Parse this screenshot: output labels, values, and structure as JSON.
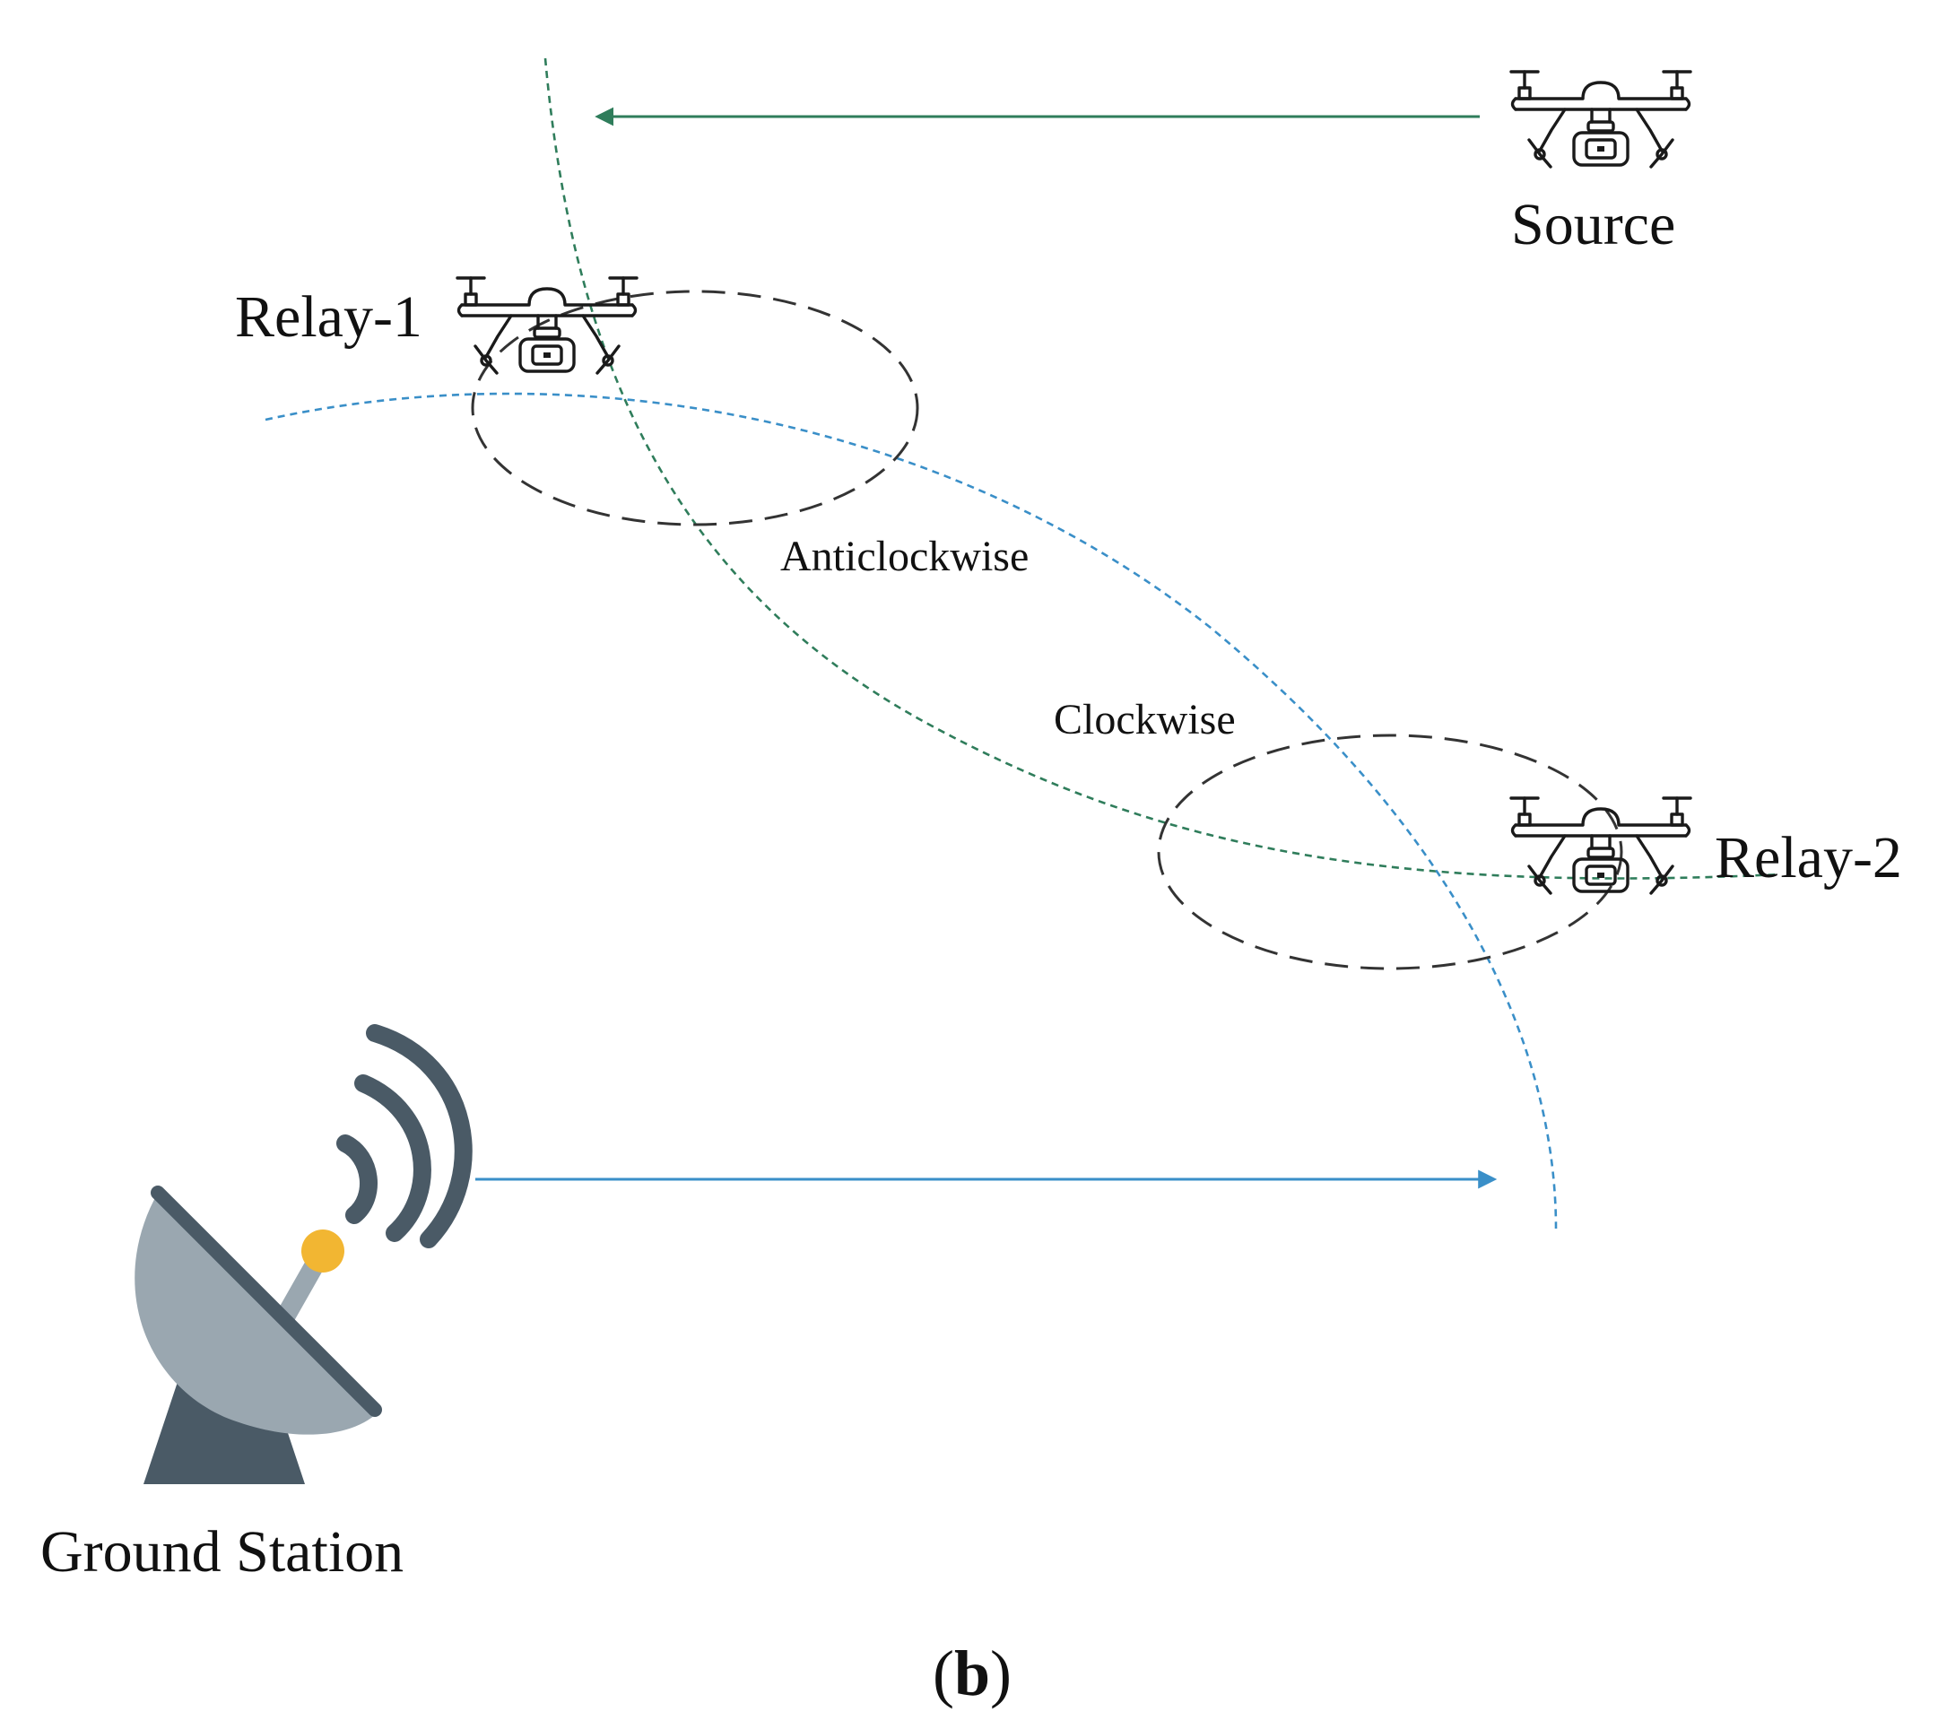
{
  "nodes": {
    "source": {
      "label": "Source"
    },
    "relay1": {
      "label": "Relay-1"
    },
    "relay2": {
      "label": "Relay-2"
    },
    "ground_station": {
      "label": "Ground Station"
    }
  },
  "annotations": {
    "anticlockwise": "Anticlockwise",
    "clockwise": "Clockwise"
  },
  "caption": {
    "open": "(",
    "letter": "b",
    "close": ")"
  },
  "colors": {
    "green_path": "#2f7d5b",
    "blue_path": "#3a8fc8",
    "dish_body": "#9aa7b0",
    "dish_dark": "#4a5a66",
    "dish_feed": "#f2b632"
  },
  "icons": {
    "drone": "drone-icon",
    "dish": "satellite-dish-icon"
  }
}
